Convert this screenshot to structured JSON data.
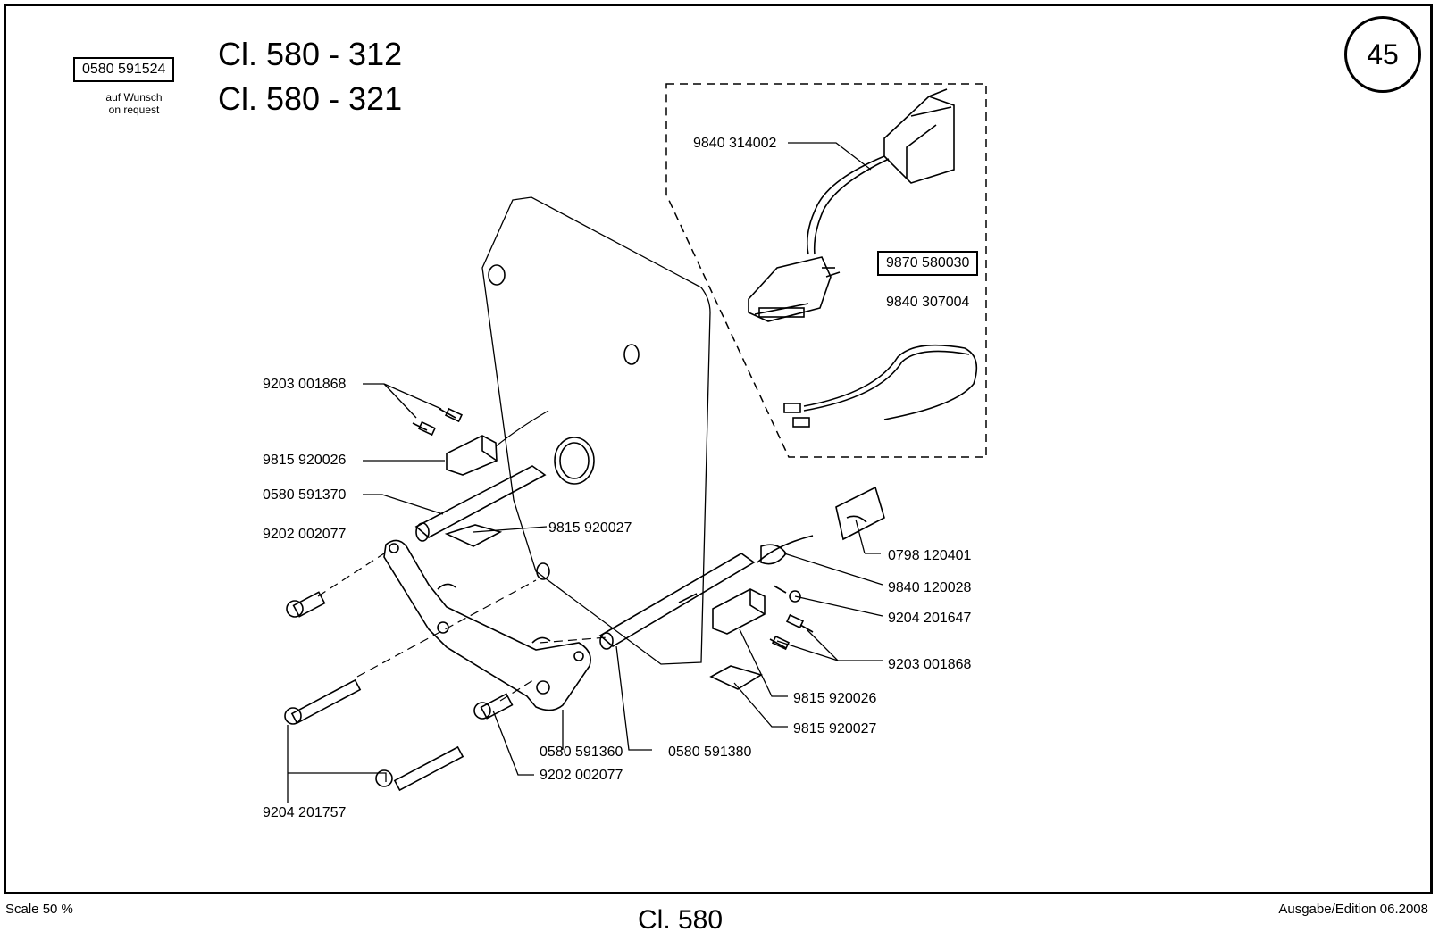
{
  "header": {
    "option_part": "0580 591524",
    "option_note_de": "auf Wunsch",
    "option_note_en": "on request",
    "title_line1": "Cl. 580 - 312",
    "title_line2": "Cl. 580 - 321",
    "page_number": "45"
  },
  "parts": {
    "p_9840_314002": "9840 314002",
    "p_9870_580030": "9870 580030",
    "p_9840_307004": "9840 307004",
    "p_9203_001868_a": "9203 001868",
    "p_9815_920026_a": "9815 920026",
    "p_0580_591370": "0580 591370",
    "p_9815_920027_a": "9815 920027",
    "p_9202_002077_a": "9202 002077",
    "p_0798_120401": "0798 120401",
    "p_9840_120028": "9840 120028",
    "p_9204_201647": "9204 201647",
    "p_9203_001868_b": "9203 001868",
    "p_9815_920026_b": "9815 920026",
    "p_9815_920027_b": "9815 920027",
    "p_0580_591360": "0580 591360",
    "p_0580_591380": "0580 591380",
    "p_9202_002077_b": "9202 002077",
    "p_9204_201757": "9204 201757"
  },
  "footer": {
    "scale": "Scale 50 %",
    "center": "Cl. 580",
    "edition": "Ausgabe/Edition 06.2008"
  }
}
